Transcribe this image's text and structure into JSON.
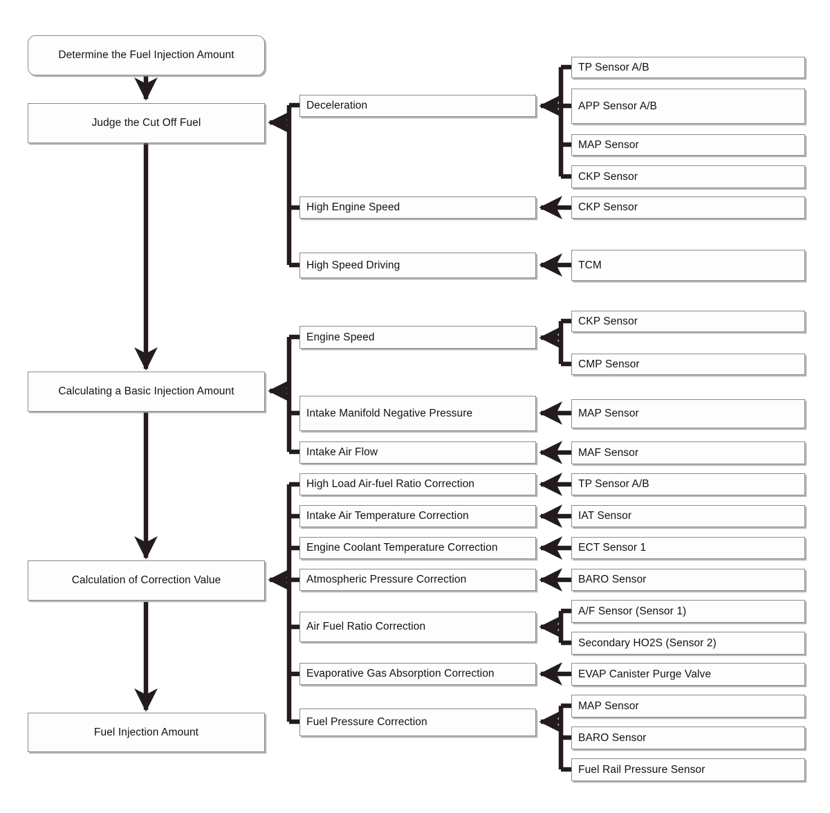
{
  "diagram": {
    "title": "Determine the Fuel Injection Amount",
    "colors": {
      "box_border": "#8a8a8a",
      "box_fill": "#fdfdfd",
      "connector": "#241c1c",
      "text": "#111111"
    },
    "stages": [
      {
        "id": "determine",
        "label": "Determine the Fuel Injection Amount"
      },
      {
        "id": "judge_cut_off",
        "label": "Judge the Cut Off Fuel"
      },
      {
        "id": "basic_injection",
        "label": "Calculating a Basic Injection Amount"
      },
      {
        "id": "correction_value",
        "label": "Calculation of Correction Value"
      },
      {
        "id": "fuel_injection",
        "label": "Fuel Injection Amount"
      }
    ],
    "factors": [
      {
        "id": "deceleration",
        "label": "Deceleration",
        "stage": "judge_cut_off"
      },
      {
        "id": "high_engine_speed",
        "label": "High Engine Speed",
        "stage": "judge_cut_off"
      },
      {
        "id": "high_speed_driving",
        "label": "High Speed Driving",
        "stage": "judge_cut_off"
      },
      {
        "id": "engine_speed",
        "label": "Engine Speed",
        "stage": "basic_injection"
      },
      {
        "id": "intake_manifold_negative_pressure",
        "label": "Intake Manifold Negative Pressure",
        "stage": "basic_injection"
      },
      {
        "id": "intake_air_flow",
        "label": "Intake Air Flow",
        "stage": "basic_injection"
      },
      {
        "id": "high_load_air_fuel_ratio_correction",
        "label": "High Load Air-fuel Ratio Correction",
        "stage": "correction_value"
      },
      {
        "id": "intake_air_temperature_correction",
        "label": "Intake Air Temperature Correction",
        "stage": "correction_value"
      },
      {
        "id": "engine_coolant_temperature_correction",
        "label": "Engine Coolant Temperature Correction",
        "stage": "correction_value"
      },
      {
        "id": "atmospheric_pressure_correction",
        "label": "Atmospheric Pressure Correction",
        "stage": "correction_value"
      },
      {
        "id": "air_fuel_ratio_correction",
        "label": "Air Fuel Ratio Correction",
        "stage": "correction_value"
      },
      {
        "id": "evaporative_gas_absorption_correction",
        "label": "Evaporative Gas Absorption Correction",
        "stage": "correction_value"
      },
      {
        "id": "fuel_pressure_correction",
        "label": "Fuel Pressure Correction",
        "stage": "correction_value"
      }
    ],
    "sensors": [
      {
        "id": "tp_sensor_ab_1",
        "label": "TP Sensor A/B",
        "factor": "deceleration"
      },
      {
        "id": "app_sensor_ab",
        "label": "APP Sensor A/B",
        "factor": "deceleration"
      },
      {
        "id": "map_sensor_1",
        "label": "MAP Sensor",
        "factor": "deceleration"
      },
      {
        "id": "ckp_sensor_1",
        "label": "CKP Sensor",
        "factor": "deceleration"
      },
      {
        "id": "ckp_sensor_2",
        "label": "CKP Sensor",
        "factor": "high_engine_speed"
      },
      {
        "id": "tcm",
        "label": "TCM",
        "factor": "high_speed_driving"
      },
      {
        "id": "ckp_sensor_3",
        "label": "CKP Sensor",
        "factor": "engine_speed"
      },
      {
        "id": "cmp_sensor",
        "label": "CMP Sensor",
        "factor": "engine_speed"
      },
      {
        "id": "map_sensor_2",
        "label": "MAP Sensor",
        "factor": "intake_manifold_negative_pressure"
      },
      {
        "id": "maf_sensor",
        "label": "MAF Sensor",
        "factor": "intake_air_flow"
      },
      {
        "id": "tp_sensor_ab_2",
        "label": "TP Sensor A/B",
        "factor": "high_load_air_fuel_ratio_correction"
      },
      {
        "id": "iat_sensor",
        "label": "IAT Sensor",
        "factor": "intake_air_temperature_correction"
      },
      {
        "id": "ect_sensor_1",
        "label": "ECT Sensor 1",
        "factor": "engine_coolant_temperature_correction"
      },
      {
        "id": "baro_sensor_1",
        "label": "BARO Sensor",
        "factor": "atmospheric_pressure_correction"
      },
      {
        "id": "af_sensor_1",
        "label": "A/F Sensor (Sensor 1)",
        "factor": "air_fuel_ratio_correction"
      },
      {
        "id": "secondary_ho2s_2",
        "label": "Secondary HO2S (Sensor 2)",
        "factor": "air_fuel_ratio_correction"
      },
      {
        "id": "evap_canister_purge_valve",
        "label": "EVAP Canister Purge Valve",
        "factor": "evaporative_gas_absorption_correction"
      },
      {
        "id": "map_sensor_3",
        "label": "MAP Sensor",
        "factor": "fuel_pressure_correction"
      },
      {
        "id": "baro_sensor_2",
        "label": "BARO Sensor",
        "factor": "fuel_pressure_correction"
      },
      {
        "id": "fuel_rail_pressure_sensor",
        "label": "Fuel Rail Pressure Sensor",
        "factor": "fuel_pressure_correction"
      }
    ]
  }
}
